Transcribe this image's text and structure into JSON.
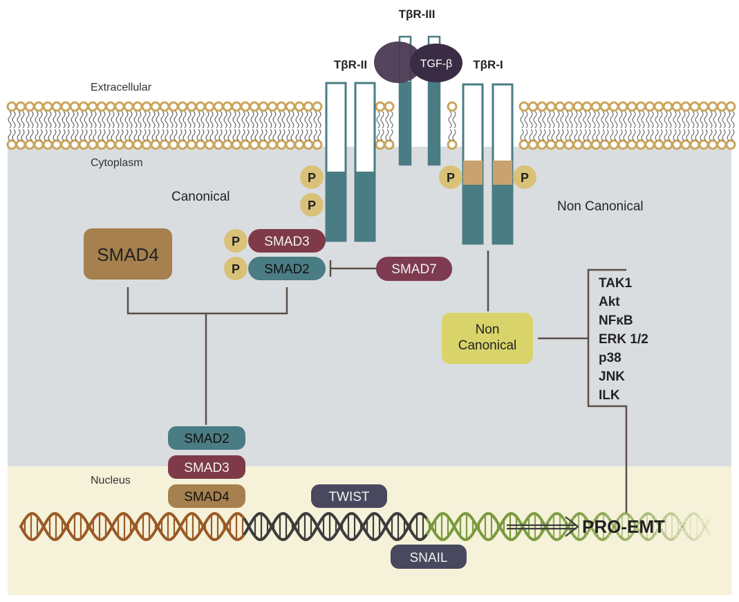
{
  "regions": {
    "extracellular": "Extracellular",
    "cytoplasm": "Cytoplasm",
    "nucleus": "Nucleus"
  },
  "receptors": {
    "tbr3": "TβR-III",
    "tbr2": "TβR-II",
    "tbr1": "TβR-I",
    "ligand": "TGF-β"
  },
  "pathways": {
    "canonical": "Canonical",
    "non_canonical": "Non Canonical",
    "non_canonical_box_line1": "Non",
    "non_canonical_box_line2": "Canonical"
  },
  "phospho": "P",
  "smads": {
    "smad4_large": "SMAD4",
    "smad3": "SMAD3",
    "smad2": "SMAD2",
    "smad7": "SMAD7",
    "nuclear": [
      "SMAD2",
      "SMAD3",
      "SMAD4"
    ]
  },
  "kinases": [
    "TAK1",
    "Akt",
    "NFκB",
    "ERK 1/2",
    "p38",
    "JNK",
    "ILK"
  ],
  "transcription_factors": {
    "twist": "TWIST",
    "snail": "SNAIL"
  },
  "output": "PRO-EMT",
  "colors": {
    "membrane_bead": "#c9a55c",
    "cytoplasm": "#dadde0",
    "nucleus": "#f6f2da",
    "receptor_teal": "#4a7c83",
    "receptor_tan": "#c9a36f",
    "ligand": "#3b2c45",
    "phospho": "#d9c278",
    "smad3": "#7e3b47",
    "smad2": "#4a7c83",
    "smad4": "#a6804e",
    "smad7": "#7e3b4f",
    "non_canonical_box": "#d9d46a",
    "tf_box": "#48485e",
    "dna_brown": "#9a5a26",
    "dna_dark": "#3c3c3c",
    "dna_green": "#7a9a3e"
  }
}
